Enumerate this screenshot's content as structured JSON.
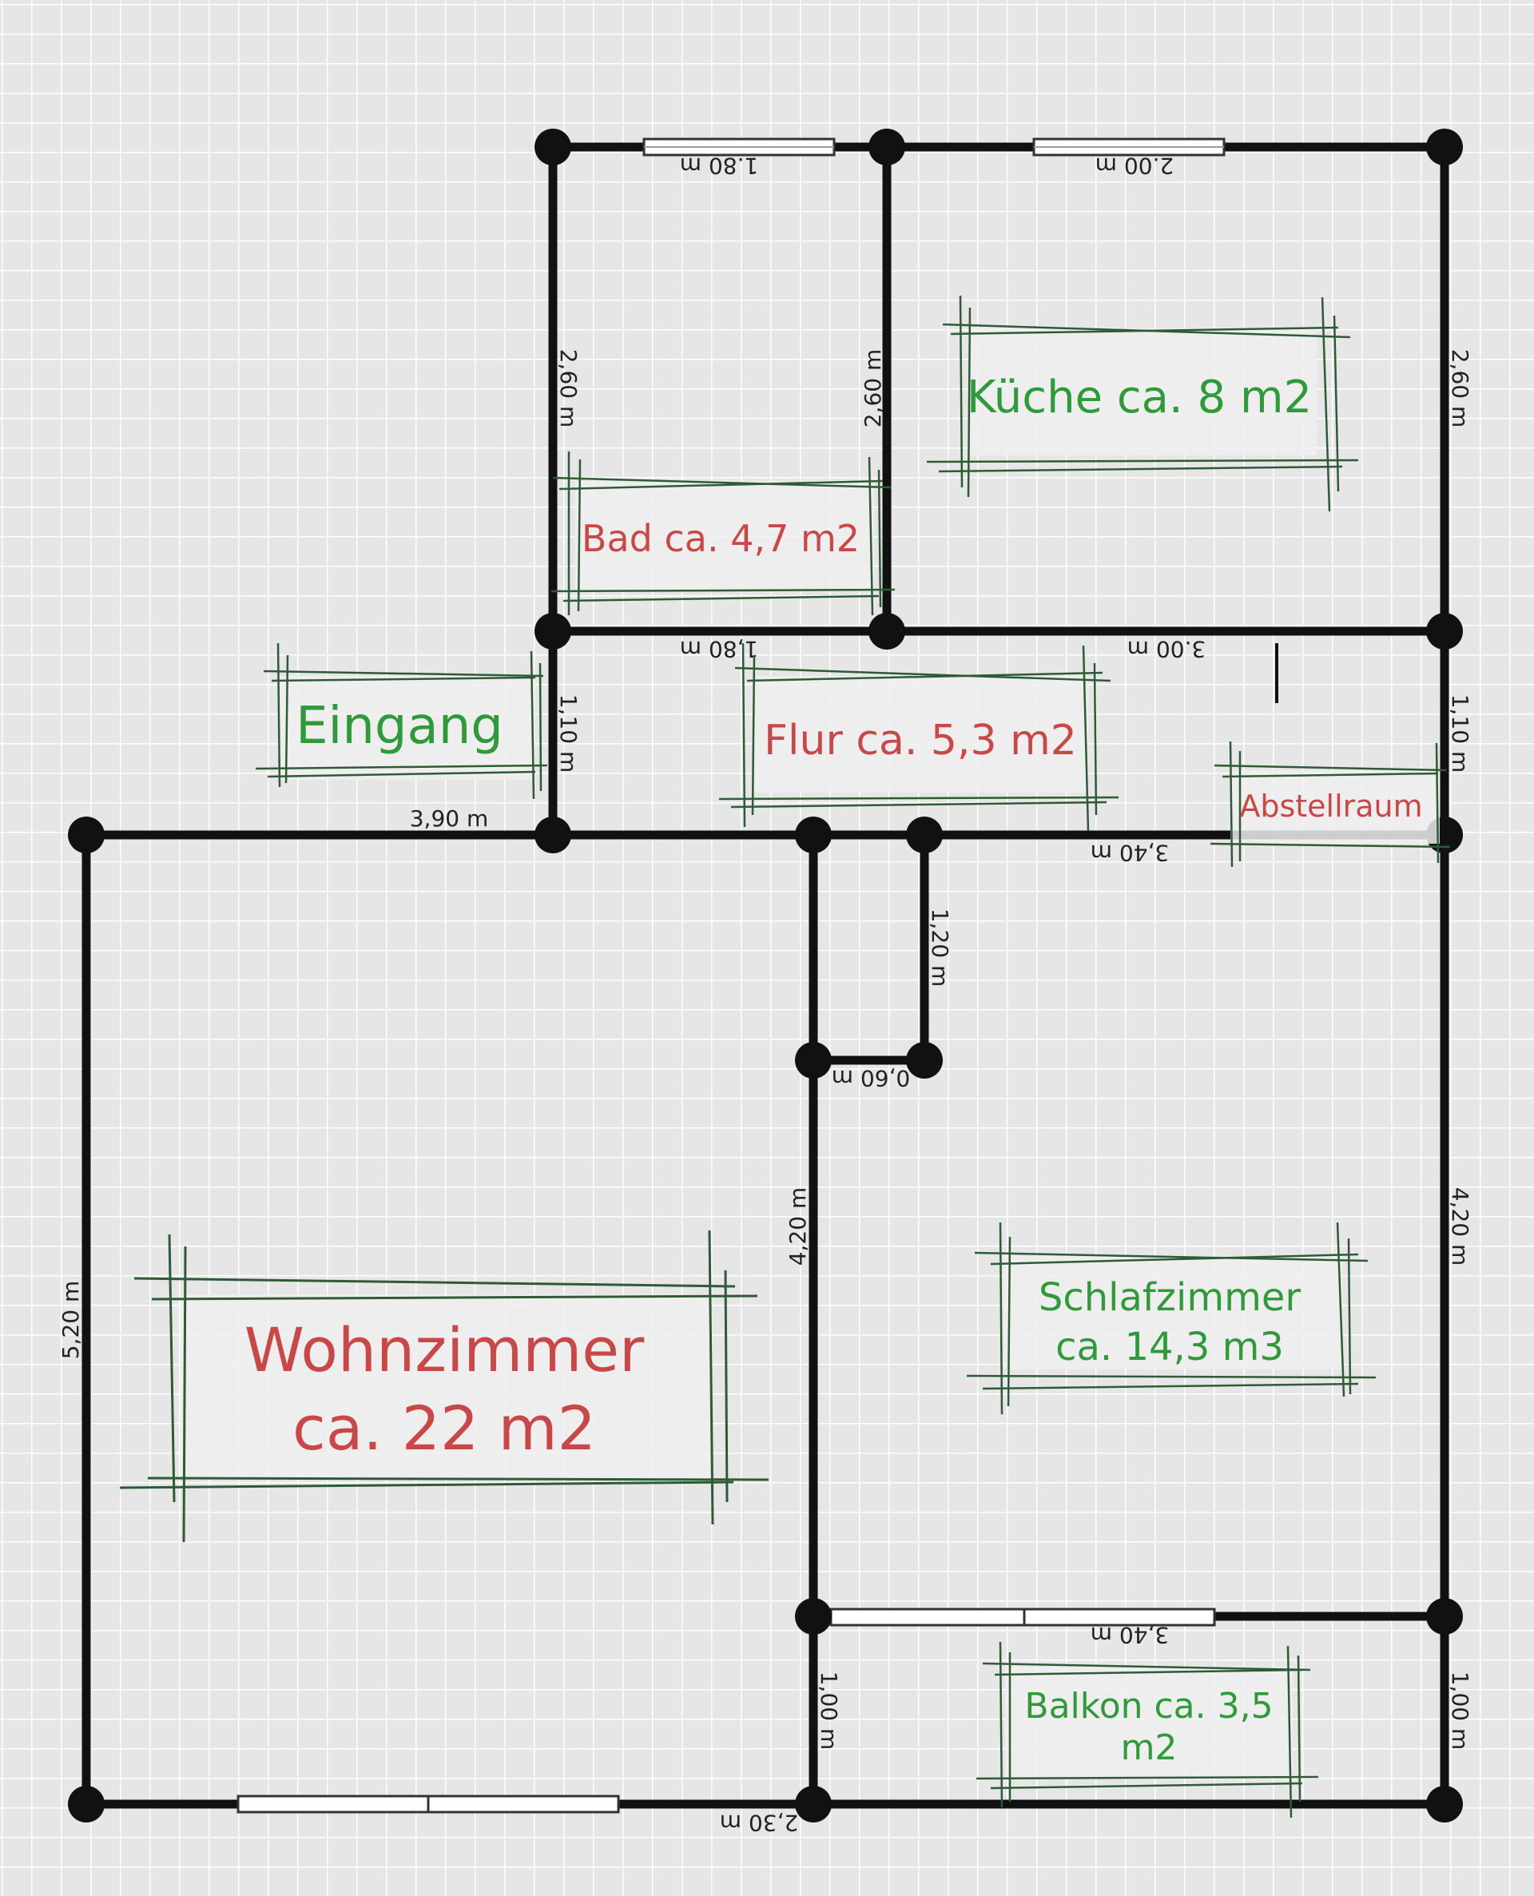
{
  "colors": {
    "background": "#e6e6e6",
    "grid": "#ffffff",
    "wall": "#111111",
    "label_red": "#c94747",
    "label_green": "#2f9a3a",
    "label_box": "#efefef",
    "sketch_line": "#2f5a36"
  },
  "rooms": {
    "kueche": "Küche ca. 8 m2",
    "bad": "Bad ca. 4,7 m2",
    "eingang": "Eingang",
    "flur": "Flur ca. 5,3 m2",
    "abstellraum": "Abstellraum",
    "wohnzimmer_1": "Wohnzimmer",
    "wohnzimmer_2": "ca. 22 m2",
    "schlafzimmer_1": "Schlafzimmer",
    "schlafzimmer_2": "ca. 14,3 m3",
    "balkon_1": "Balkon ca. 3,5",
    "balkon_2": "m2"
  },
  "dimensions": {
    "bad_top": "1.80 m",
    "kueche_top": "2.00 m",
    "bad_left": "2,60 m",
    "bad_right": "2,60 m",
    "kueche_right": "2,60 m",
    "flur_top_left": "1,80 m",
    "flur_top_right": "3.00 m",
    "eingang_wall": "1,10 m",
    "abstell_right": "1,10 m",
    "corridor_top": "3,90 m",
    "flur_bottom": "3,40 m",
    "closet_side": "1,20 m",
    "closet_bottom": "0,60 m",
    "schlaf_left": "4,20 m",
    "schlaf_right": "4,20 m",
    "wohn_left": "5,20 m",
    "balkon_top": "3,40 m",
    "balkon_left": "1,00 m",
    "balkon_right": "1,00 m",
    "bottom_wall": "2,30 m"
  }
}
